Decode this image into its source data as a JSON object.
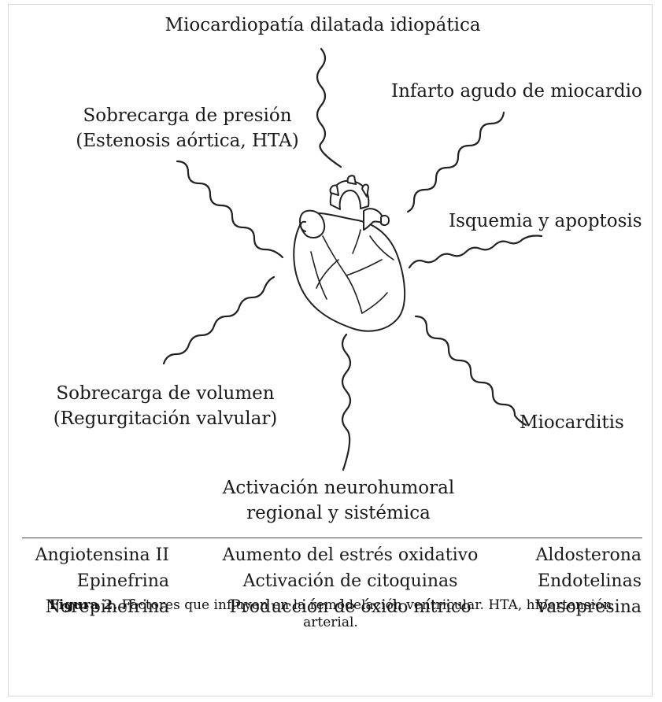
{
  "factors": {
    "top": "Miocardiopatía dilatada idiopática",
    "infarto": "Infarto agudo de miocardio",
    "presion_line1": "Sobrecarga de presión",
    "presion_line2": "(Estenosis aórtica, HTA)",
    "isquemia": "Isquemia y apoptosis",
    "volumen_line1": "Sobrecarga de volumen",
    "volumen_line2": "(Regurgitación valvular)",
    "miocarditis": "Miocarditis",
    "activacion_line1": "Activación neurohumoral",
    "activacion_line2": "regional y sistémica"
  },
  "mediators": {
    "left": [
      "Angiotensina II",
      "Epinefrina",
      "Norepinefrina"
    ],
    "middle": [
      "Aumento del estrés oxidativo",
      "Activación de citoquinas",
      "Producción de óxido nítrico"
    ],
    "right": [
      "Aldosterona",
      "Endotelinas",
      "Vasopresina"
    ]
  },
  "caption": {
    "label": "Figura 2.",
    "text": "Factores que influyen en la remodelación ventricular. HTA, hipertensión arterial."
  },
  "colors": {
    "ink": "#1a1a1a",
    "frame": "#d8d8d8"
  }
}
